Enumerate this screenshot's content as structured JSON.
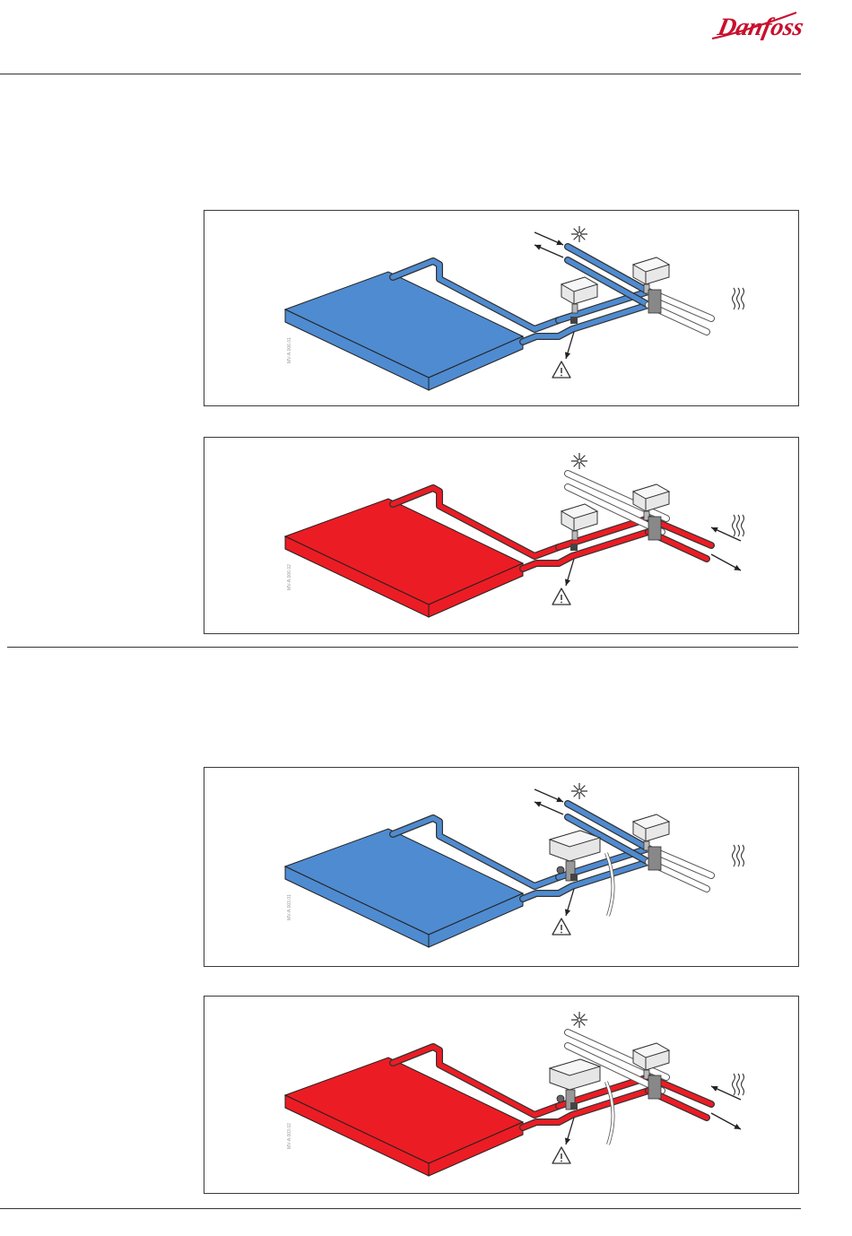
{
  "brand": {
    "name": "Danfoss",
    "color": "#c8102e"
  },
  "colors": {
    "cooling": "#4f8bd0",
    "heating": "#ec1c24",
    "outline": "#333333"
  },
  "figures": [
    {
      "mode": "cooling",
      "code": "MV-A.006.01",
      "valve": "standard"
    },
    {
      "mode": "heating",
      "code": "MV-A.006.02",
      "valve": "standard"
    },
    {
      "mode": "cooling",
      "code": "MV-A.003.01",
      "valve": "tall"
    },
    {
      "mode": "heating",
      "code": "MV-A.003.02",
      "valve": "tall"
    }
  ]
}
